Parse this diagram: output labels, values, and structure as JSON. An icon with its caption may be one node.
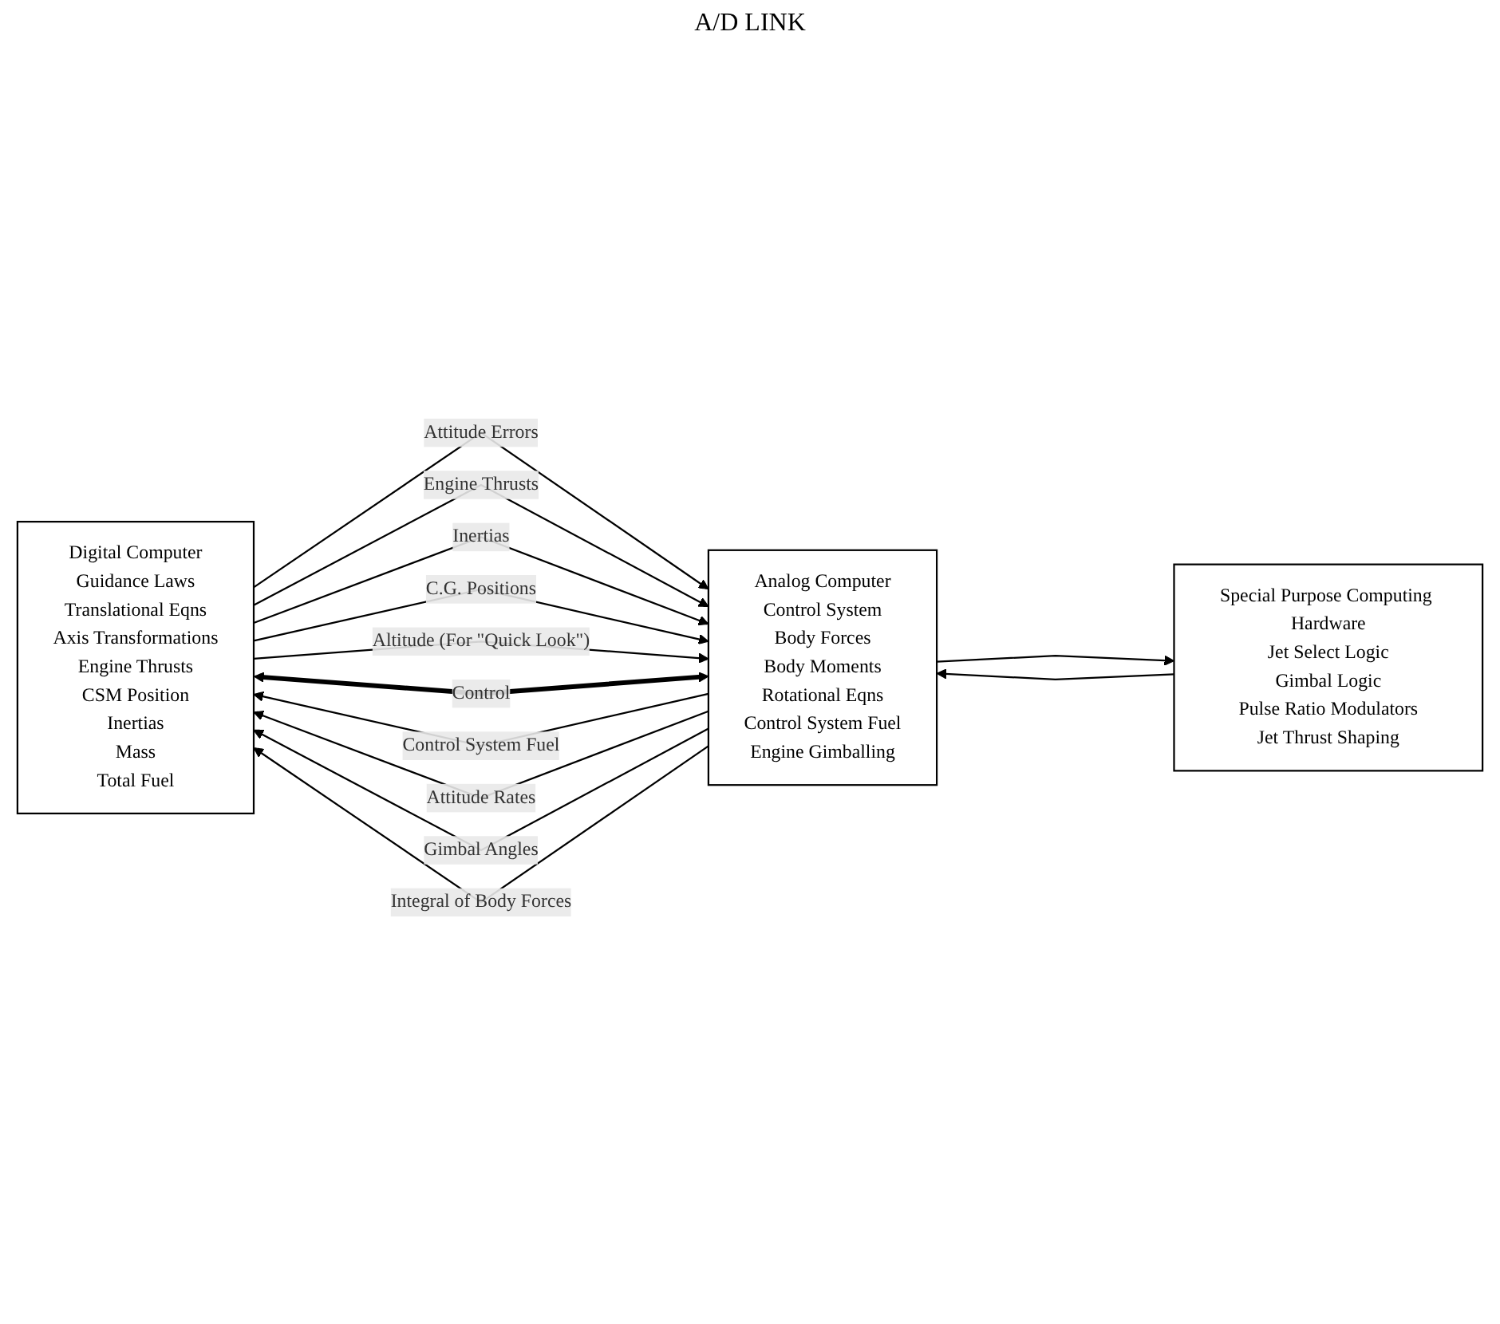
{
  "diagram": {
    "nodes": [
      {
        "text": [
          "Digital Computer",
          "Guidance Laws",
          "Translational Eqns",
          "Axis Transformations",
          "Engine Thrusts",
          "CSM Position",
          "Inertias",
          "Mass",
          "Total Fuel"
        ]
      },
      {
        "text": [
          "Analog Computer",
          "Control System",
          "Body Forces",
          "Body Moments",
          "Rotational Eqns",
          "Control System Fuel",
          "Engine Gimballing"
        ]
      },
      {
        "text": [
          "Special Purpose Computing Hardware",
          "Jet Select Logic",
          "Gimbal Logic",
          "Pulse Ratio Modulators",
          "Jet Thrust Shaping"
        ]
      }
    ],
    "edges": [
      {
        "from": 0,
        "to": 1,
        "arrow": "to",
        "label": "Attitude Errors"
      },
      {
        "from": 0,
        "to": 1,
        "arrow": "to",
        "label": "Engine Thrusts"
      },
      {
        "from": 0,
        "to": 1,
        "arrow": "to",
        "label": "Inertias"
      },
      {
        "from": 0,
        "to": 1,
        "arrow": "to",
        "label": "C.G. Positions"
      },
      {
        "from": 0,
        "to": 1,
        "arrow": "to",
        "label": "Altitude (For \"Quick Look\")"
      },
      {
        "from": 0,
        "to": 1,
        "arrow": "both",
        "label": "Control",
        "style": "thick"
      },
      {
        "from": 1,
        "to": 0,
        "arrow": "to",
        "label": "Control System Fuel"
      },
      {
        "from": 1,
        "to": 0,
        "arrow": "to",
        "label": "Attitude Rates"
      },
      {
        "from": 1,
        "to": 0,
        "arrow": "to",
        "label": "Gimbal Angles"
      },
      {
        "from": 1,
        "to": 0,
        "arrow": "to",
        "label": "Integral of Body Forces"
      },
      {
        "from": 2,
        "to": 1,
        "arrow": "to"
      },
      {
        "from": 1,
        "to": 2,
        "arrow": "to"
      }
    ],
    "labels": [
      "A/D LINK"
    ]
  }
}
